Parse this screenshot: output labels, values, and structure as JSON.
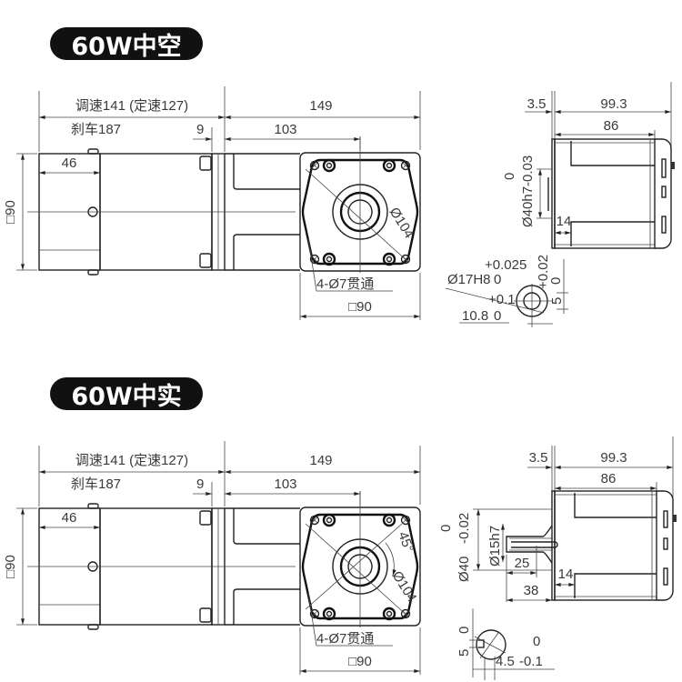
{
  "sections": [
    {
      "title": "60W中空",
      "left": {
        "len_motor": "调速141 (定速127)",
        "len_brake": "刹车187",
        "len_gearbox": "149",
        "gap": "9",
        "shaft_center": "103",
        "back_cover": "46",
        "frame_side": "□90",
        "frame_bottom": "□90",
        "pcd": "Ø104",
        "mount_holes": "4-Ø7贯通"
      },
      "right": {
        "flange": "3.5",
        "total": "99.3",
        "body": "86",
        "pilot": "Ø40h7",
        "pilot_tol_upper": "0",
        "pilot_tol_lower": "-0.03",
        "pilot_depth": "14",
        "bore": "Ø17H8",
        "bore_tol_upper": "+0.025",
        "bore_tol_lower": "0",
        "key_depth": "10.8",
        "key_depth_tol_upper": "+0.1",
        "key_depth_tol_lower": "0",
        "key_width": "5",
        "key_width_tol_upper": "+0.02",
        "key_width_tol_lower": "0"
      }
    },
    {
      "title": "60W中实",
      "left": {
        "len_motor": "调速141 (定速127)",
        "len_brake": "刹车187",
        "len_gearbox": "149",
        "gap": "9",
        "shaft_center": "103",
        "back_cover": "46",
        "frame_side": "□90",
        "frame_bottom": "□90",
        "pcd": "Ø104",
        "mount_holes": "4-Ø7贯通",
        "angle": "45°"
      },
      "right": {
        "flange": "3.5",
        "total": "99.3",
        "body": "86",
        "pilot": "Ø40",
        "pilot_tol_upper": "0",
        "pilot_tol_lower": "-0.02",
        "shaft": "Ø15h7",
        "key_length": "25",
        "shaft_length": "38",
        "pilot_depth": "14",
        "key_width": "5",
        "key_width_tol": "0",
        "key_depth": "4.5",
        "key_depth_tol_upper": "0",
        "key_depth_tol_lower": "-0.1"
      }
    }
  ]
}
